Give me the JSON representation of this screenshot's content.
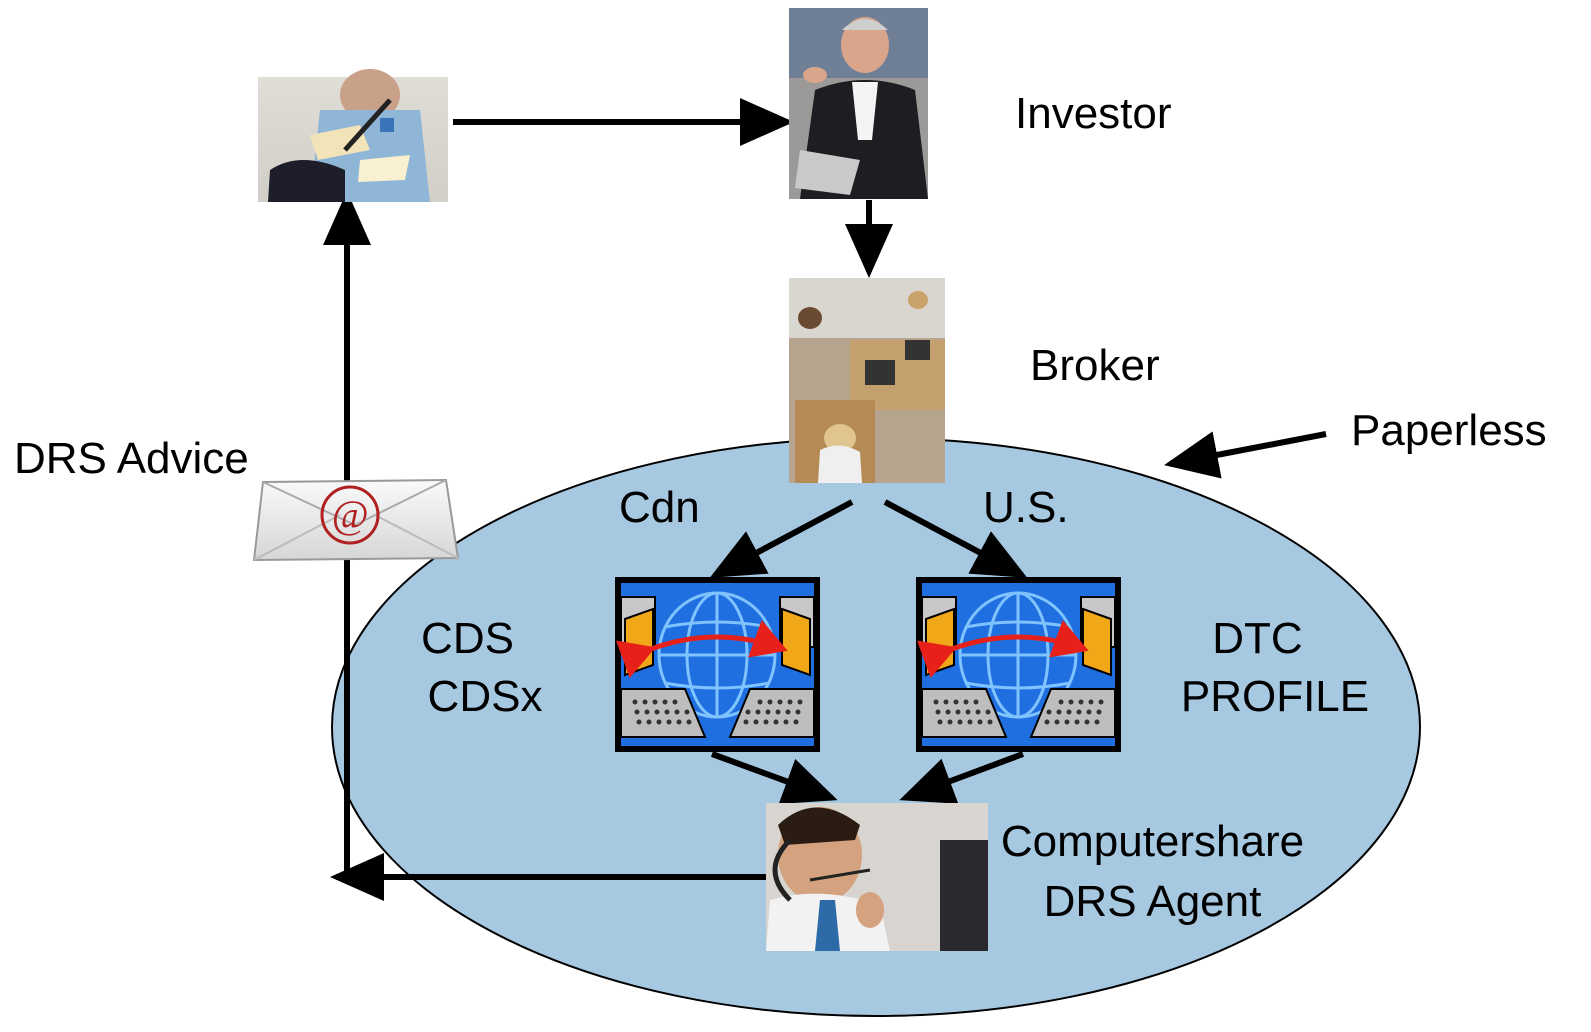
{
  "diagram": {
    "labels": {
      "investor": "Investor",
      "broker": "Broker",
      "paperless": "Paperless",
      "drs_advice": "DRS Advice",
      "cdn": "Cdn",
      "us": "U.S.",
      "cds_line1": "CDS",
      "cds_line2": "CDSx",
      "dtc_line1": "DTC",
      "dtc_line2": "PROFILE",
      "agent_line1": "Computershare",
      "agent_line2": "DRS Agent"
    },
    "colors": {
      "ellipse_fill": "#a6c8e0",
      "arrow": "#000000",
      "network_bg": "#1f6fe0",
      "terminal_screen": "#f0a818",
      "exchange_arrow": "#e8201a"
    },
    "icons": {
      "mail_carrier": "mail-carrier-photo",
      "investor": "investor-photo",
      "broker": "broker-office-photo",
      "email": "email-envelope-icon",
      "cdn_network": "network-exchange-icon",
      "us_network": "network-exchange-icon",
      "agent": "call-agent-photo"
    }
  }
}
